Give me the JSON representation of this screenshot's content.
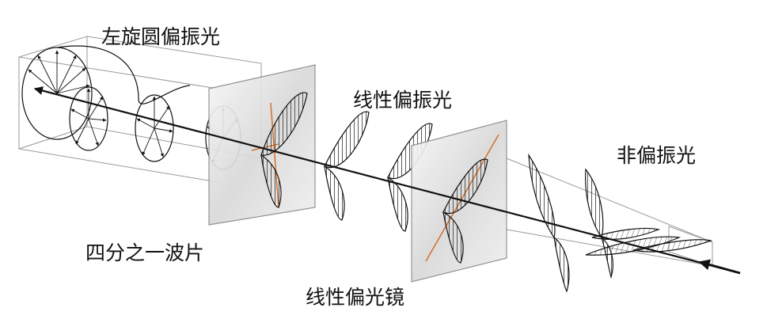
{
  "labels": {
    "left_circular": "左旋圆偏振光",
    "linear_polarized": "线性偏振光",
    "unpolarized": "非偏振光",
    "quarter_wave_plate": "四分之一波片",
    "linear_polarizer": "线性偏光镜"
  },
  "colors": {
    "line": "#111111",
    "plate_fill": "#e9e9e9",
    "plate_edge": "#8a8a8a",
    "axis_accent": "#d2691e",
    "box_line": "#9a9a9a"
  },
  "icons": {
    "beam_arrow": "arrow-left-icon"
  }
}
